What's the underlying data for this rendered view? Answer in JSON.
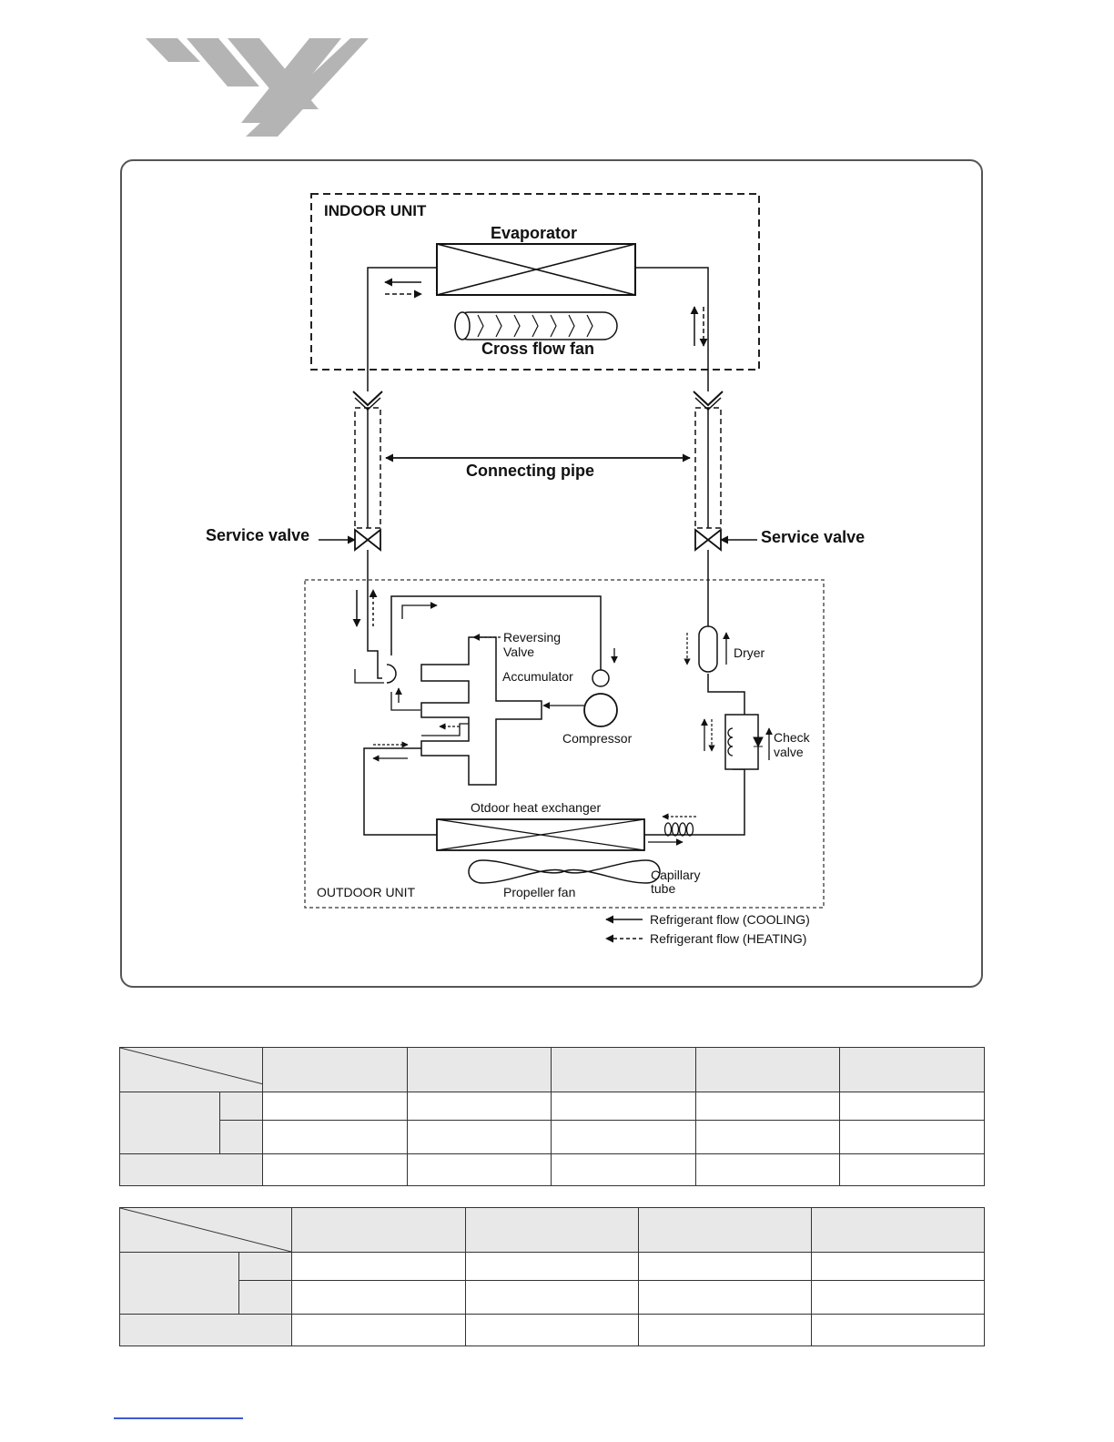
{
  "diagram": {
    "indoor_unit": "INDOOR UNIT",
    "evaporator": "Evaporator",
    "cross_flow_fan": "Cross flow fan",
    "connecting_pipe": "Connecting pipe",
    "service_valve_left": "Service valve",
    "service_valve_right": "Service valve",
    "reversing_valve_line1": "Reversing",
    "reversing_valve_line2": "Valve",
    "accumulator": "Accumulator",
    "compressor": "Compressor",
    "dryer": "Dryer",
    "check_valve_line1": "Check",
    "check_valve_line2": "valve",
    "outdoor_heat_exchanger": "Otdoor heat exchanger",
    "propeller_fan": "Propeller fan",
    "capillary_tube_line1": "Capillary",
    "capillary_tube_line2": "tube",
    "outdoor_unit": "OUTDOOR UNIT",
    "legend_cooling": "Refrigerant flow (COOLING)",
    "legend_heating": "Refrigerant flow (HEATING)"
  },
  "colors": {
    "stripe": "#b4b4b4",
    "header_fill": "#e8e8e8",
    "footer_rule": "#3d5bd0"
  }
}
